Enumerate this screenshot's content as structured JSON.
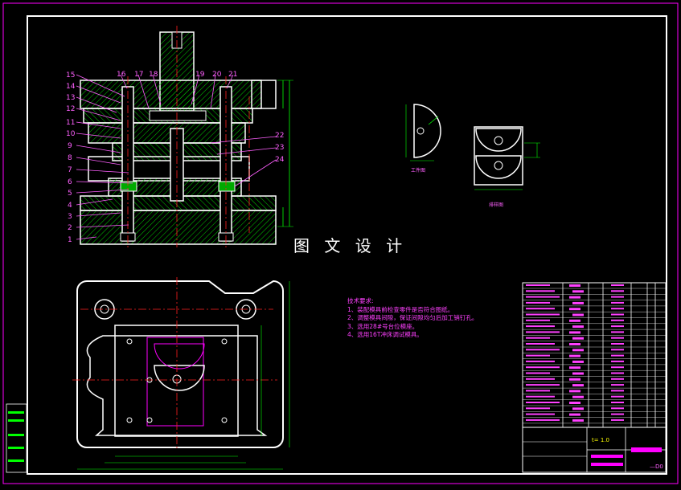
{
  "drawing": {
    "watermark": "图 文 设 计",
    "tech_requirements": {
      "heading": "技术要求:",
      "items": [
        "1、装配模具前检查零件是否符合图纸。",
        "2、调整模具间隙，保证间隙均匀后加工销钉孔。",
        "3、选用28#号台位模座。",
        "4、选用16T冲床调试模具。"
      ]
    },
    "part_numbers_left": [
      "15",
      "14",
      "13",
      "12",
      "11",
      "10",
      "9",
      "8",
      "7",
      "6",
      "5",
      "4",
      "3",
      "2",
      "1"
    ],
    "part_numbers_top": [
      "16",
      "17",
      "18",
      "19",
      "20",
      "21"
    ],
    "part_numbers_right": [
      "22",
      "23",
      "24"
    ],
    "view_labels": {
      "part_view": "工件图",
      "layout_view": "排样图"
    },
    "title_block": {
      "material_thickness": "t= 1.0",
      "drawing_no": "—D0"
    }
  },
  "colors": {
    "background": "#000000",
    "frame": "#ffffff",
    "outline_magenta": "#ff00ff",
    "leader": "#ff60ff",
    "hatch": "#00ff00",
    "centerline": "#ff2020",
    "dimension": "#00ff00",
    "yellow": "#ffff00"
  }
}
